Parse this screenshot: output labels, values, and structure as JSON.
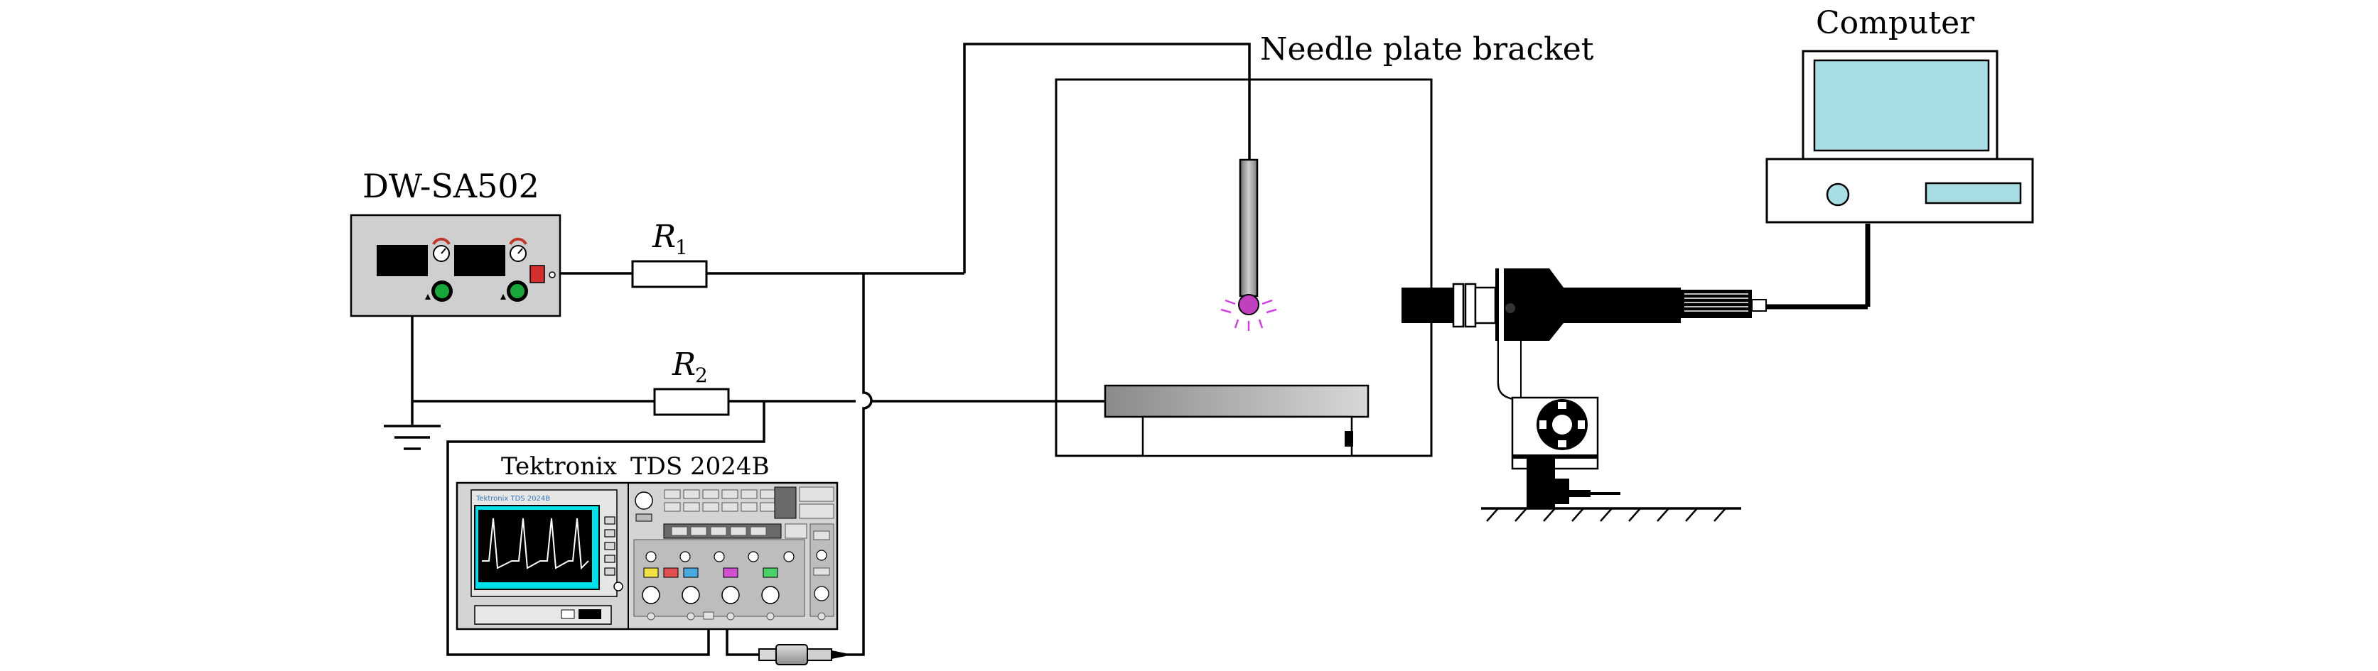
{
  "labels": {
    "power_supply": "DW-SA502",
    "r1_main": "R",
    "r1_sub": "1",
    "r2_main": "R",
    "r2_sub": "2",
    "osc_brand": "Tektronix",
    "osc_model": "TDS 2024B",
    "osc_screen_tag": "Tektronix TDS 2024B",
    "needle": "Needle plate bracket",
    "computer": "Computer"
  },
  "colors": {
    "brand_blue": "#3b78b8",
    "screen_cyan": "#a8dde4",
    "osc_screen": "#00e0e8",
    "plasma": "#c040c0",
    "led_green": "#19a63a",
    "panel_gray": "#cfcfcf"
  },
  "icons": [
    "ground-icon",
    "probe-icon",
    "led-icon",
    "knob-icon",
    "camera-icon"
  ]
}
